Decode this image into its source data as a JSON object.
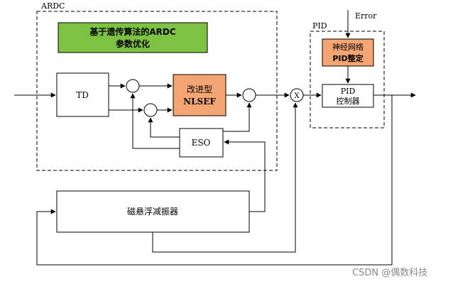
{
  "ardc_label": "ARDC",
  "pid_label": "PID",
  "error_label": "Error",
  "ga_box": {
    "line1": "基于遗传算法的ARDC",
    "line2": "参数优化"
  },
  "td_label": "TD",
  "nlsef": {
    "line1": "改进型",
    "line2": "NLSEF"
  },
  "eso_label": "ESO",
  "nn_box": {
    "line1": "神经网络",
    "line2": "PID整定"
  },
  "pid_ctrl": {
    "line1": "PID",
    "line2": "控制器"
  },
  "plant_label": "磁悬浮减振器",
  "mult_symbol": "X",
  "watermark": "CSDN @偶数科技",
  "colors": {
    "ga_fill": "#7dc242",
    "nlsef_fill": "#f4a574",
    "nn_fill": "#f4a574",
    "stroke": "#000000"
  }
}
